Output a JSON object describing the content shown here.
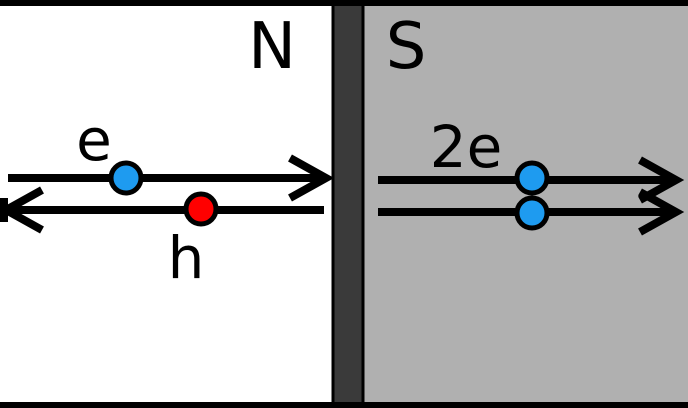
{
  "regions": {
    "normal": {
      "label": "N",
      "color": "#ffffff"
    },
    "superconductor": {
      "label": "S",
      "color": "#b0b0b0"
    },
    "barrier": {
      "color": "#3a3a3a"
    }
  },
  "particles": {
    "electron": {
      "label": "e",
      "color": "#1e9bf0"
    },
    "hole": {
      "label": "h",
      "color": "#ff0000"
    },
    "cooper_pair": {
      "label": "2e",
      "color": "#1e9bf0"
    }
  },
  "colors": {
    "stroke": "#000000"
  }
}
